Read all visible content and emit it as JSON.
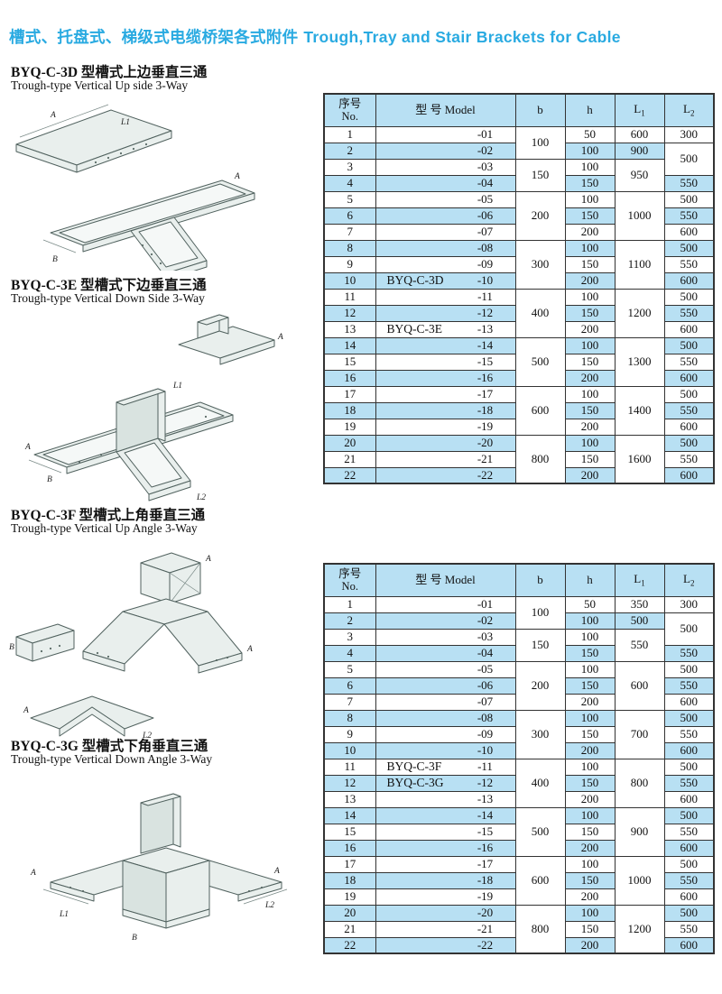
{
  "page": {
    "title_zh": "槽式、托盘式、梯级式电缆桥架各式附件",
    "title_en": "Trough,Tray and Stair Brackets for Cable",
    "accent_color": "#29aae1",
    "stripe_color": "#b8e0f3"
  },
  "sections": [
    {
      "zh": "BYQ-C-3D 型槽式上边垂直三通",
      "en": "Trough-type Vertical Up side 3-Way"
    },
    {
      "zh": "BYQ-C-3E 型槽式下边垂直三通",
      "en": "Trough-type Vertical Down Side 3-Way"
    },
    {
      "zh": "BYQ-C-3F 型槽式上角垂直三通",
      "en": "Trough-type Vertical Up Angle 3-Way"
    },
    {
      "zh": "BYQ-C-3G 型槽式下角垂直三通",
      "en": "Trough-type Vertical Down  Angle 3-Way"
    }
  ],
  "dims": {
    "a": "A",
    "b": "B",
    "l1": "L1",
    "l2": "L2"
  },
  "tables": [
    {
      "header": [
        {
          "zh": "序号",
          "en": "No."
        },
        {
          "t": "型 号 Model"
        },
        {
          "t": "b"
        },
        {
          "t": "h"
        },
        {
          "t": "L",
          "sub": "1"
        },
        {
          "t": "L",
          "sub": "2"
        }
      ],
      "model_labels": [
        {
          "row": 10,
          "text": "BYQ-C-3D"
        },
        {
          "row": 13,
          "text": "BYQ-C-3E"
        }
      ],
      "rows": [
        [
          "1",
          "-01",
          {
            "v": "100",
            "rs": 2
          },
          "50",
          "600",
          "300"
        ],
        [
          "2",
          "-02",
          null,
          "100",
          "900",
          {
            "v": "500",
            "rs": 2
          }
        ],
        [
          "3",
          "-03",
          {
            "v": "150",
            "rs": 2
          },
          "100",
          {
            "v": "950",
            "rs": 2
          },
          null
        ],
        [
          "4",
          "-04",
          null,
          "150",
          null,
          "550"
        ],
        [
          "5",
          "-05",
          {
            "v": "200",
            "rs": 3
          },
          "100",
          {
            "v": "1000",
            "rs": 3
          },
          "500"
        ],
        [
          "6",
          "-06",
          null,
          "150",
          null,
          "550"
        ],
        [
          "7",
          "-07",
          null,
          "200",
          null,
          "600"
        ],
        [
          "8",
          "-08",
          {
            "v": "300",
            "rs": 3
          },
          "100",
          {
            "v": "1100",
            "rs": 3
          },
          "500"
        ],
        [
          "9",
          "-09",
          null,
          "150",
          null,
          "550"
        ],
        [
          "10",
          "-10",
          null,
          "200",
          null,
          "600"
        ],
        [
          "11",
          "-11",
          {
            "v": "400",
            "rs": 3
          },
          "100",
          {
            "v": "1200",
            "rs": 3
          },
          "500"
        ],
        [
          "12",
          "-12",
          null,
          "150",
          null,
          "550"
        ],
        [
          "13",
          "-13",
          null,
          "200",
          null,
          "600"
        ],
        [
          "14",
          "-14",
          {
            "v": "500",
            "rs": 3
          },
          "100",
          {
            "v": "1300",
            "rs": 3
          },
          "500"
        ],
        [
          "15",
          "-15",
          null,
          "150",
          null,
          "550"
        ],
        [
          "16",
          "-16",
          null,
          "200",
          null,
          "600"
        ],
        [
          "17",
          "-17",
          {
            "v": "600",
            "rs": 3
          },
          "100",
          {
            "v": "1400",
            "rs": 3
          },
          "500"
        ],
        [
          "18",
          "-18",
          null,
          "150",
          null,
          "550"
        ],
        [
          "19",
          "-19",
          null,
          "200",
          null,
          "600"
        ],
        [
          "20",
          "-20",
          {
            "v": "800",
            "rs": 3
          },
          "100",
          {
            "v": "1600",
            "rs": 3
          },
          "500"
        ],
        [
          "21",
          "-21",
          null,
          "150",
          null,
          "550"
        ],
        [
          "22",
          "-22",
          null,
          "200",
          null,
          "600"
        ]
      ]
    },
    {
      "header": [
        {
          "zh": "序号",
          "en": "No."
        },
        {
          "t": "型 号 Model"
        },
        {
          "t": "b"
        },
        {
          "t": "h"
        },
        {
          "t": "L",
          "sub": "1"
        },
        {
          "t": "L",
          "sub": "2"
        }
      ],
      "model_labels": [
        {
          "row": 11,
          "text": "BYQ-C-3F"
        },
        {
          "row": 12,
          "text": "BYQ-C-3G"
        }
      ],
      "rows": [
        [
          "1",
          "-01",
          {
            "v": "100",
            "rs": 2
          },
          "50",
          "350",
          "300"
        ],
        [
          "2",
          "-02",
          null,
          "100",
          "500",
          {
            "v": "500",
            "rs": 2
          }
        ],
        [
          "3",
          "-03",
          {
            "v": "150",
            "rs": 2
          },
          "100",
          {
            "v": "550",
            "rs": 2
          },
          null
        ],
        [
          "4",
          "-04",
          null,
          "150",
          null,
          "550"
        ],
        [
          "5",
          "-05",
          {
            "v": "200",
            "rs": 3
          },
          "100",
          {
            "v": "600",
            "rs": 3
          },
          "500"
        ],
        [
          "6",
          "-06",
          null,
          "150",
          null,
          "550"
        ],
        [
          "7",
          "-07",
          null,
          "200",
          null,
          "600"
        ],
        [
          "8",
          "-08",
          {
            "v": "300",
            "rs": 3
          },
          "100",
          {
            "v": "700",
            "rs": 3
          },
          "500"
        ],
        [
          "9",
          "-09",
          null,
          "150",
          null,
          "550"
        ],
        [
          "10",
          "-10",
          null,
          "200",
          null,
          "600"
        ],
        [
          "11",
          "-11",
          {
            "v": "400",
            "rs": 3
          },
          "100",
          {
            "v": "800",
            "rs": 3
          },
          "500"
        ],
        [
          "12",
          "-12",
          null,
          "150",
          null,
          "550"
        ],
        [
          "13",
          "-13",
          null,
          "200",
          null,
          "600"
        ],
        [
          "14",
          "-14",
          {
            "v": "500",
            "rs": 3
          },
          "100",
          {
            "v": "900",
            "rs": 3
          },
          "500"
        ],
        [
          "15",
          "-15",
          null,
          "150",
          null,
          "550"
        ],
        [
          "16",
          "-16",
          null,
          "200",
          null,
          "600"
        ],
        [
          "17",
          "-17",
          {
            "v": "600",
            "rs": 3
          },
          "100",
          {
            "v": "1000",
            "rs": 3
          },
          "500"
        ],
        [
          "18",
          "-18",
          null,
          "150",
          null,
          "550"
        ],
        [
          "19",
          "-19",
          null,
          "200",
          null,
          "600"
        ],
        [
          "20",
          "-20",
          {
            "v": "800",
            "rs": 3
          },
          "100",
          {
            "v": "1200",
            "rs": 3
          },
          "500"
        ],
        [
          "21",
          "-21",
          null,
          "150",
          null,
          "550"
        ],
        [
          "22",
          "-22",
          null,
          "200",
          null,
          "600"
        ]
      ]
    }
  ]
}
